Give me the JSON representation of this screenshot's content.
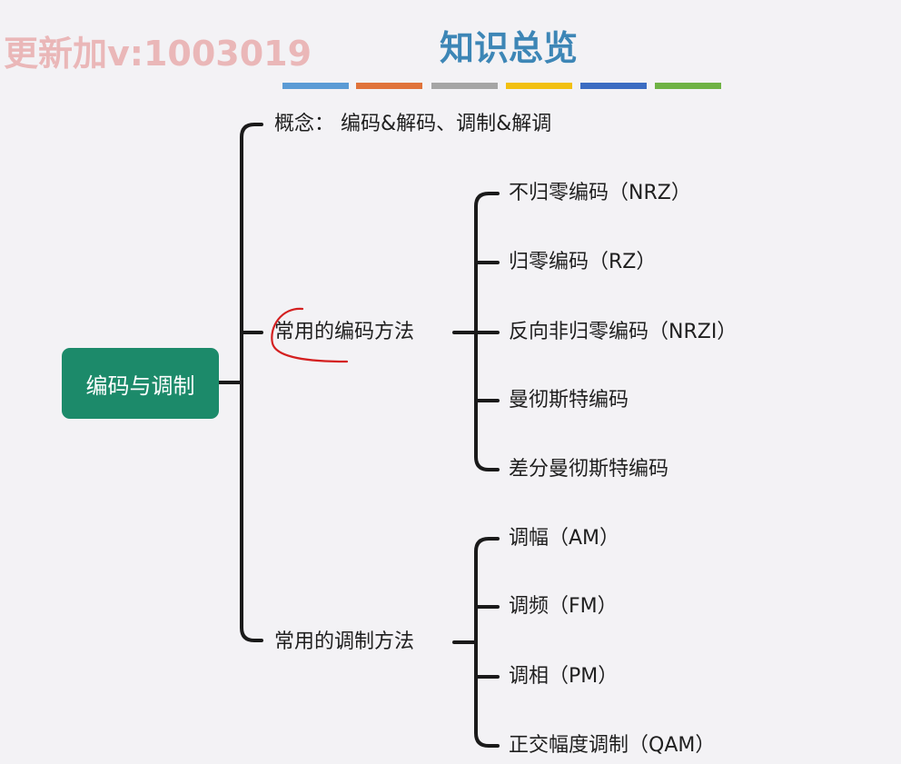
{
  "watermark": "更新加v:1003019",
  "title": "知识总览",
  "title_bar_colors": [
    "#5b9bd5",
    "#e0733a",
    "#a5a5a5",
    "#f2c010",
    "#3b6cc2",
    "#6fb244"
  ],
  "root": "编码与调制",
  "branches": {
    "concept": "概念：  编码&解码、调制&解调",
    "encoding": {
      "label": "常用的编码方法",
      "items": [
        "不归零编码（NRZ）",
        "归零编码（RZ）",
        "反向非归零编码（NRZI）",
        "曼彻斯特编码",
        "差分曼彻斯特编码"
      ]
    },
    "modulation": {
      "label": "常用的调制方法",
      "items": [
        "调幅（AM）",
        "调频（FM）",
        "调相（PM）",
        "正交幅度调制（QAM）"
      ]
    }
  },
  "colors": {
    "node_fill": "#1c8a6a",
    "line": "#1a1a1a",
    "title": "#3d86b6",
    "annotation": "#d42020"
  }
}
